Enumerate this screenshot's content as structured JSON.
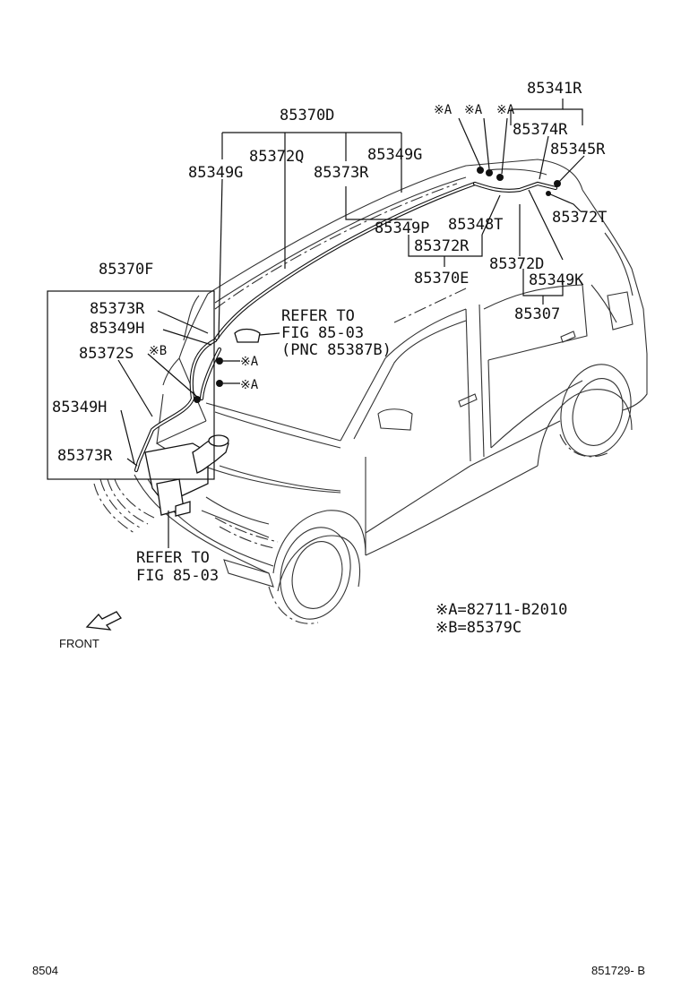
{
  "diagram": {
    "part_labels": {
      "p85341R": "85341R",
      "p85370D": "85370D",
      "p85374R": "85374R",
      "p85345R": "85345R",
      "p85372Q": "85372Q",
      "p85349G_r": "85349G",
      "p85349G_l": "85349G",
      "p85373R_top": "85373R",
      "p85372T": "85372T",
      "p85349P": "85349P",
      "p85348T": "85348T",
      "p85372R": "85372R",
      "p85370F": "85370F",
      "p85372D": "85372D",
      "p85370E": "85370E",
      "p85349K": "85349K",
      "p85373R_a": "85373R",
      "p85307": "85307",
      "p85349H_a": "85349H",
      "p85372S": "85372S",
      "p85349H_b": "85349H",
      "p85373R_b": "85373R"
    },
    "marks": {
      "a1": "※A",
      "a2": "※A",
      "a3": "※A",
      "a4": "※A",
      "a5": "※A",
      "b1": "※B"
    },
    "references": {
      "ref1_line1": "REFER TO",
      "ref1_line2": "FIG 85-03",
      "ref1_line3": "(PNC 85387B)",
      "ref2_line1": "REFER TO",
      "ref2_line2": "FIG 85-03"
    },
    "legend": {
      "a": "※A=82711-B2010",
      "b": "※B=85379C"
    },
    "front_label": "FRONT",
    "footer": {
      "left": "8504",
      "right": "851729- B"
    }
  }
}
